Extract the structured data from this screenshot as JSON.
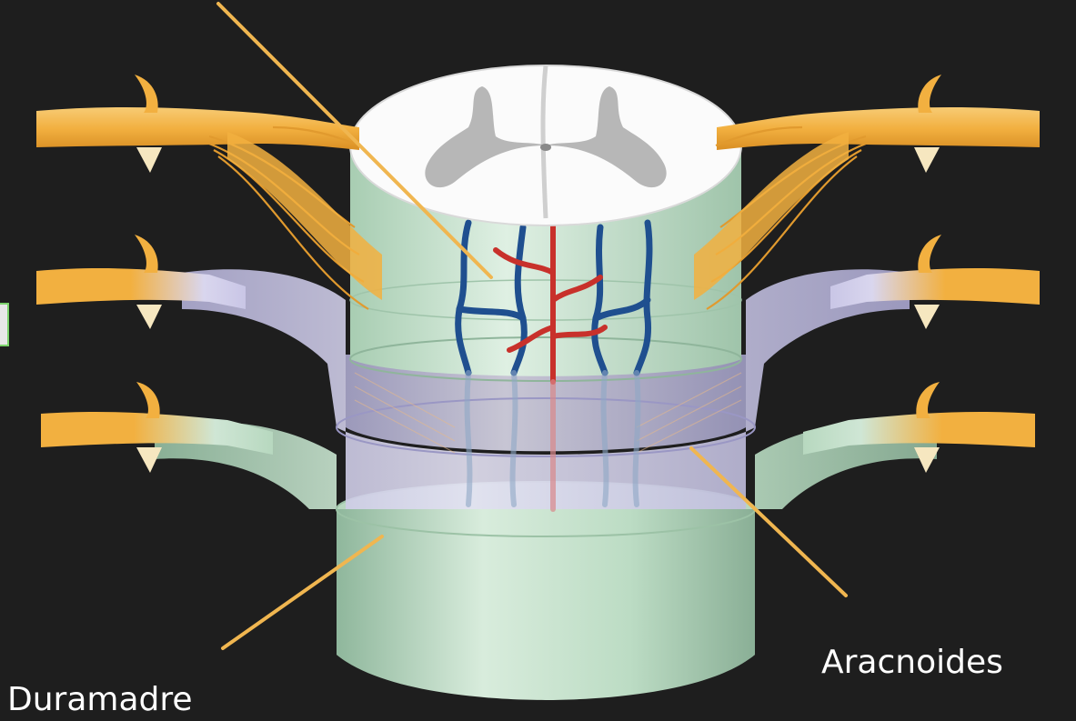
{
  "labels": {
    "duramadre": "Duramadre",
    "aracnoides": "Aracnoides"
  },
  "colors": {
    "background": "#1e1e1e",
    "leader_line": "#f0b650",
    "nerve": "#f3b34a",
    "dura": "#bcdcc4",
    "arachnoid": "#c9c6e6",
    "white_matter": "#fbfbfb",
    "gray_matter": "#b7b7b7",
    "artery": "#c8312b",
    "vein": "#1f4f8f",
    "label_text": "#ffffff"
  },
  "illustration": {
    "subject": "spinal-cord-meninges"
  }
}
